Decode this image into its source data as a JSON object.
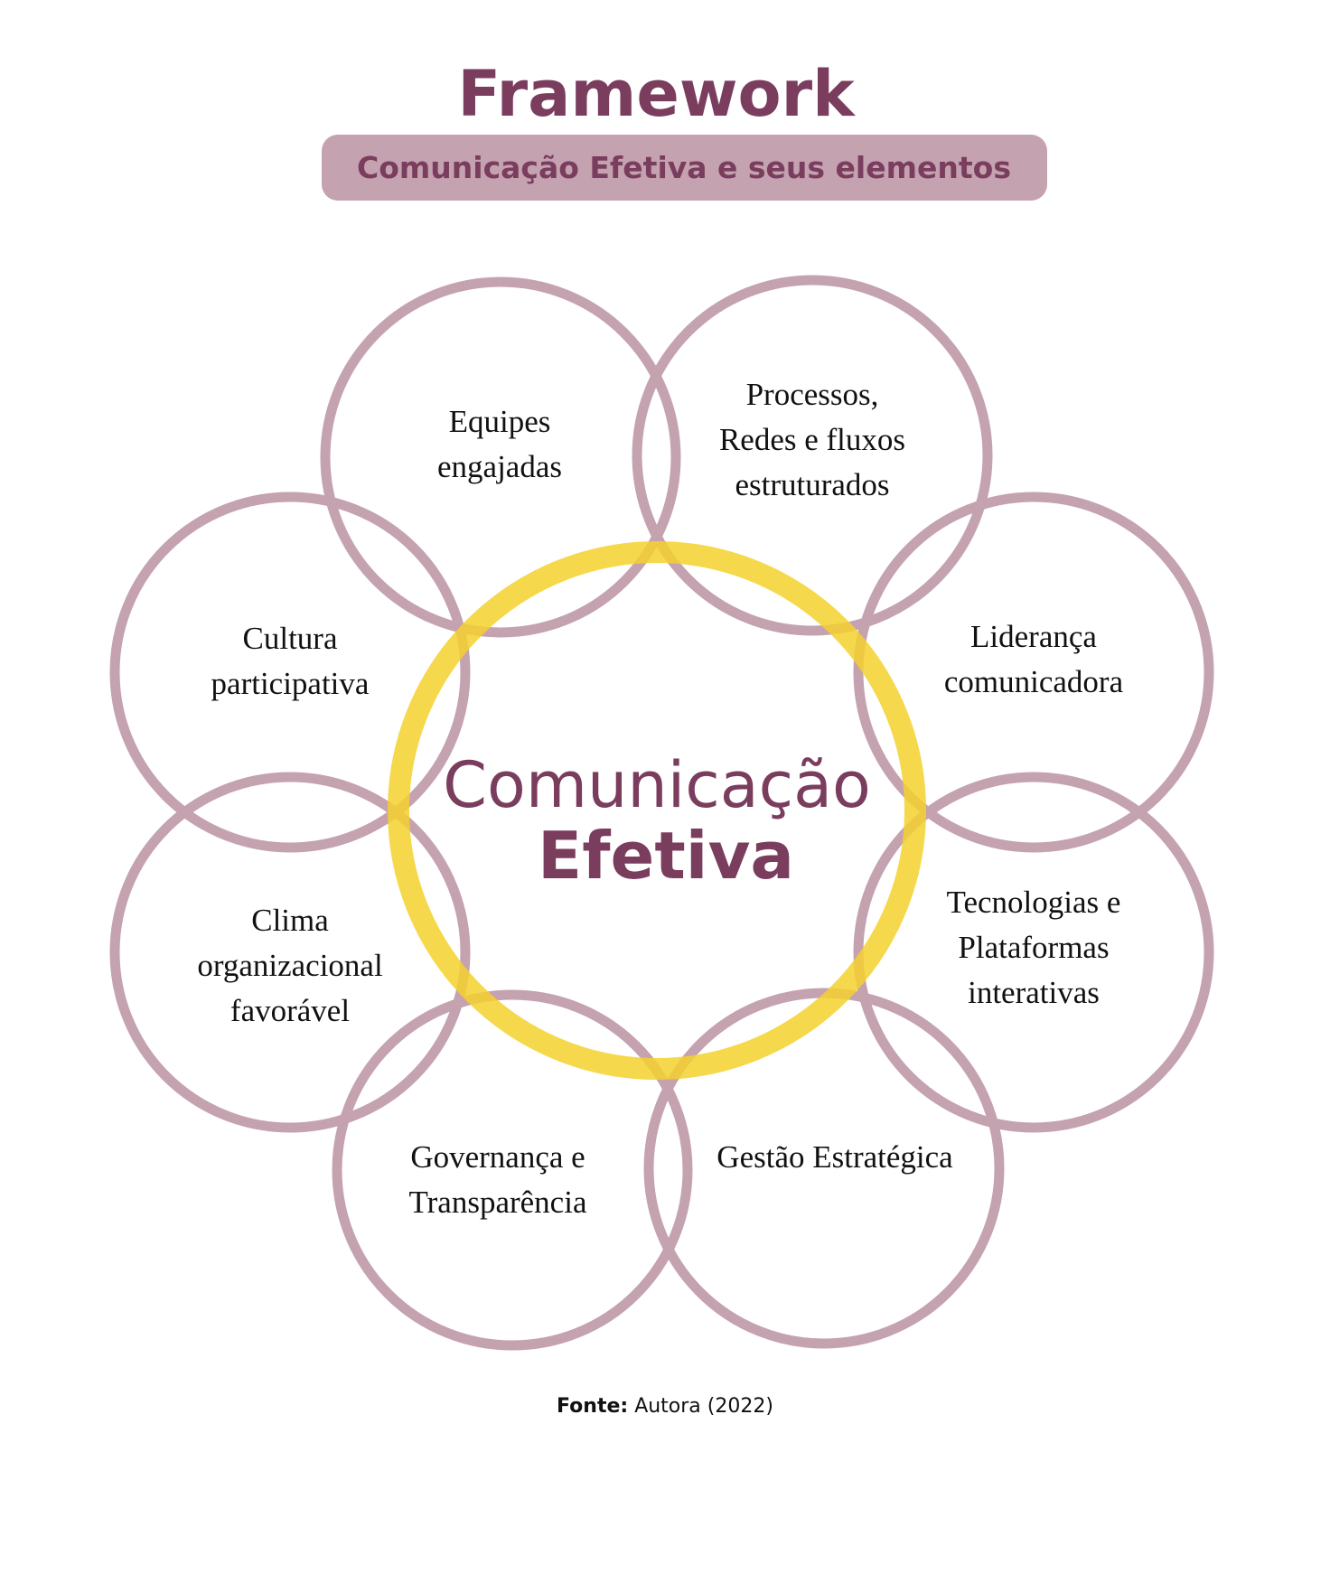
{
  "header": {
    "title": "Framework",
    "subtitle": "Comunicação Efetiva e seus elementos"
  },
  "center": {
    "line1": "Comunicação",
    "line2": "Efetiva"
  },
  "elements": [
    {
      "lines": [
        "Equipes",
        "engajadas"
      ]
    },
    {
      "lines": [
        "Processos,",
        "Redes e fluxos",
        "estruturados"
      ]
    },
    {
      "lines": [
        "Liderança",
        "comunicadora"
      ]
    },
    {
      "lines": [
        "Tecnologias e",
        "Plataformas",
        "interativas"
      ]
    },
    {
      "lines": [
        "Gestão Estratégica"
      ]
    },
    {
      "lines": [
        "Governança e",
        "Transparência"
      ]
    },
    {
      "lines": [
        "Clima",
        "organizacional",
        "favorável"
      ]
    },
    {
      "lines": [
        "Cultura",
        "participativa"
      ]
    }
  ],
  "footer": {
    "source_label": "Fonte:",
    "source_value": "Autora (2022)"
  },
  "colors": {
    "primary": "#7a3d5e",
    "pill": "#c4a2b0",
    "circle": "#c4a2b0",
    "ring": "#f5d12e"
  }
}
